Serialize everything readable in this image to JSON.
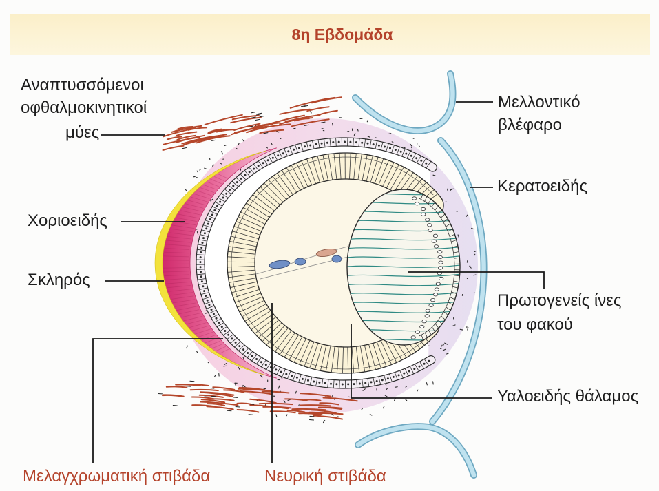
{
  "title": "8η Εβδομάδα",
  "labels": {
    "muscles": [
      "Αναπτυσσόμενοι",
      "οφθαλμοκινητικοί",
      "μύες"
    ],
    "eyelid": [
      "Μελλοντικό",
      "βλέφαρο"
    ],
    "cornea": "Κερατοειδής",
    "choroid": "Χοριοειδής",
    "sclera": "Σκληρός",
    "lens_fibers": [
      "Πρωτογενείς ίνες",
      "του φακού"
    ],
    "vitreous": "Υαλοειδής θάλαμος",
    "pigment_layer": "Μελαγχρωματική στιβάδα",
    "neural_layer": "Νευρική στιβάδα"
  },
  "colors": {
    "title_text": "#b4432b",
    "bottom_labels": "#b4432b",
    "sclera": "#f3e23c",
    "choroid_deep": "#d02a6c",
    "choroid_light": "#f6c8dc",
    "mesenchyme_pink": "#f7cfe1",
    "mesenchyme_lavender": "#e6dff1",
    "neural_layer": "#fbf3d8",
    "vitreous": "#fcf7e7",
    "lens": "#f7f6ed",
    "lens_fibers": "#2f8a84",
    "cornea": "#bfe2ef",
    "cornea_outline": "#6ea8c1",
    "muscles": "#b5472b",
    "vessel_blue": "#6f8fc6",
    "vessel_brown": "#d9a58f"
  }
}
